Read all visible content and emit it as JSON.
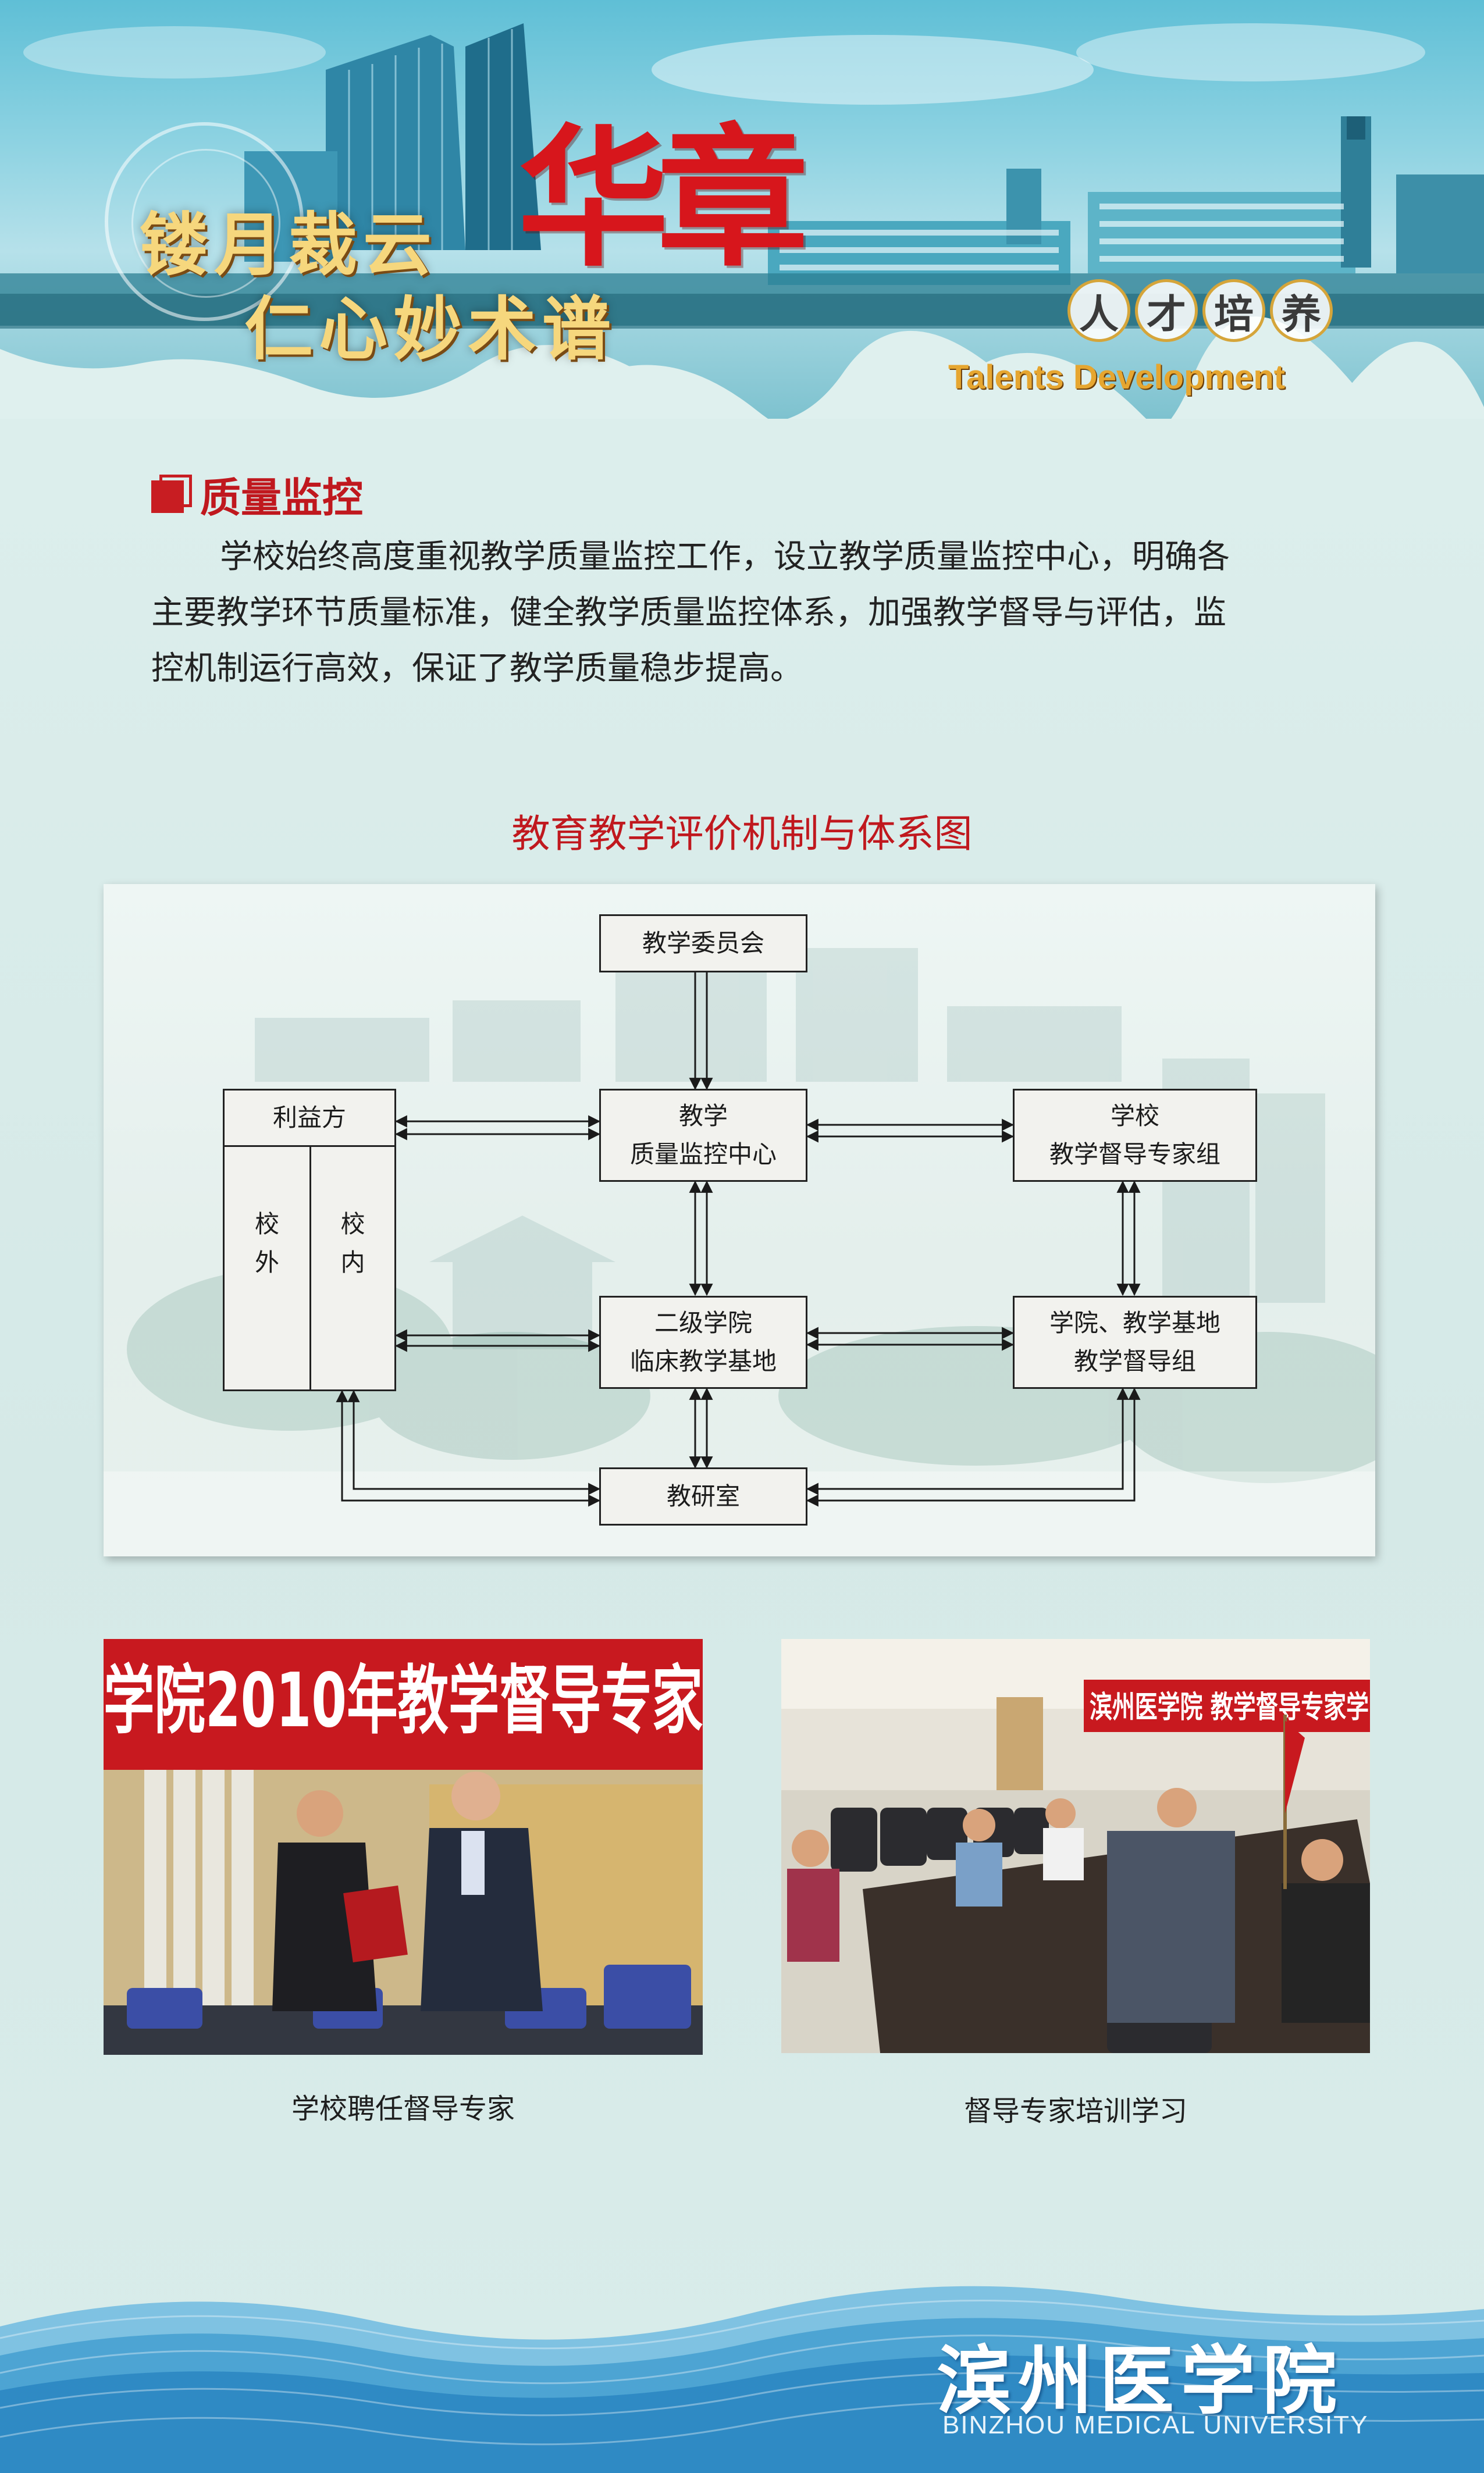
{
  "header": {
    "slogan_line1": "镂月裁云",
    "slogan_line2": "仁心妙术谱",
    "slogan_highlight": "华章",
    "category_chars": [
      "人",
      "才",
      "培",
      "养"
    ],
    "category_en": "Talents Development"
  },
  "section": {
    "title": "质量监控",
    "paragraph_lines": [
      "学校始终高度重视教学质量监控工作，设立教学质量监控中心，明确各",
      "主要教学环节质量标准，健全教学质量监控体系，加强教学督导与评估，监",
      "控机制运行高效，保证了教学质量稳步提高。"
    ]
  },
  "diagram": {
    "title": "教育教学评价机制与体系图",
    "nodes": {
      "committee": [
        "教学委员会"
      ],
      "center": [
        "教学",
        "质量监控中心"
      ],
      "school_group": [
        "学校",
        "教学督导专家组"
      ],
      "college": [
        "二级学院",
        "临床教学基地"
      ],
      "base_group": [
        "学院、教学基地",
        "教学督导组"
      ],
      "research": [
        "教研室"
      ],
      "stakeholder": [
        "利益方"
      ],
      "outside": [
        "校",
        "外"
      ],
      "inside": [
        "校",
        "内"
      ]
    }
  },
  "photos": [
    {
      "caption": "学校聘任督导专家",
      "banner": "学院2010年教学督导专家"
    },
    {
      "caption": "督导专家培训学习",
      "banner": "滨州医学院 教学督导专家学"
    }
  ],
  "footer": {
    "school_cn": "滨州医学院",
    "school_en": "BINZHOU MEDICAL UNIVERSITY"
  },
  "colors": {
    "accent_red": "#c0181e",
    "gold": "#f6d77d",
    "background": "#d7ebe9"
  }
}
